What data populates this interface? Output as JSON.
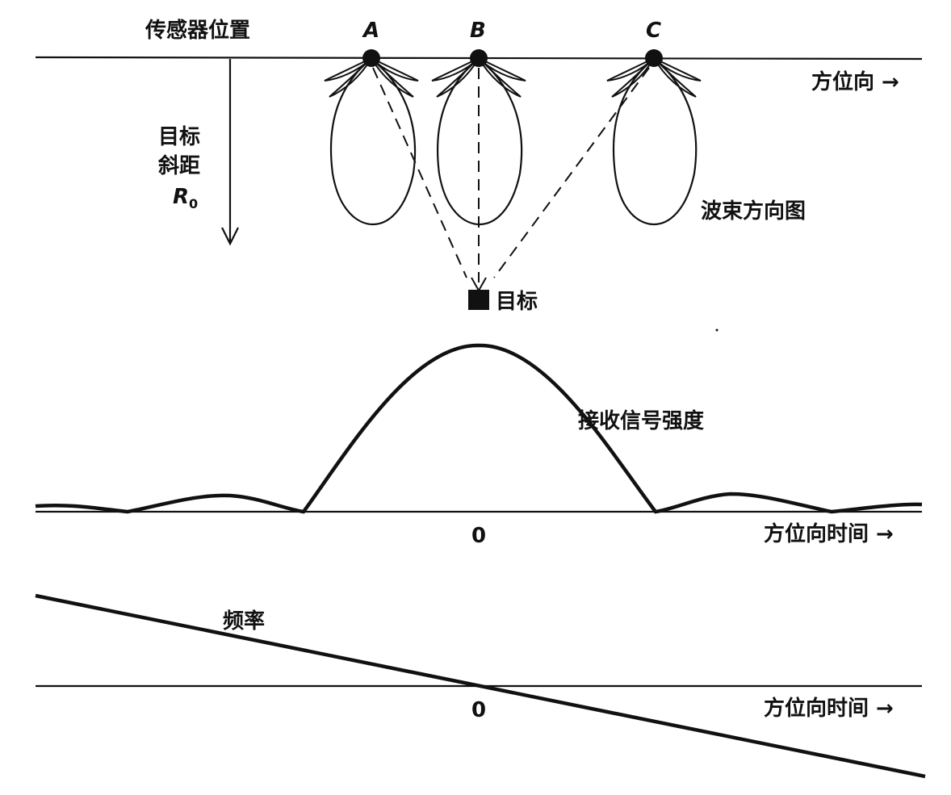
{
  "top_panel": {
    "sensor_position_label": "传感器位置",
    "sensors": [
      {
        "id": "sensor-a",
        "label": "A"
      },
      {
        "id": "sensor-b",
        "label": "B"
      },
      {
        "id": "sensor-c",
        "label": "C"
      }
    ],
    "azimuth_label": "方位向 →",
    "slant_range_label_line1": "目标",
    "slant_range_label_line2": "斜距",
    "slant_range_symbol": "R",
    "slant_range_subscript": "0",
    "beam_pattern_label": "波束方向图",
    "target_label": "目标"
  },
  "middle_panel": {
    "signal_strength_label": "接收信号强度",
    "zero_label": "0",
    "azimuth_time_label": "方位向时间 →"
  },
  "bottom_panel": {
    "frequency_label": "频率",
    "zero_label": "0",
    "azimuth_time_label": "方位向时间 →"
  },
  "colors": {
    "ink": "#111111",
    "background": "#ffffff"
  }
}
